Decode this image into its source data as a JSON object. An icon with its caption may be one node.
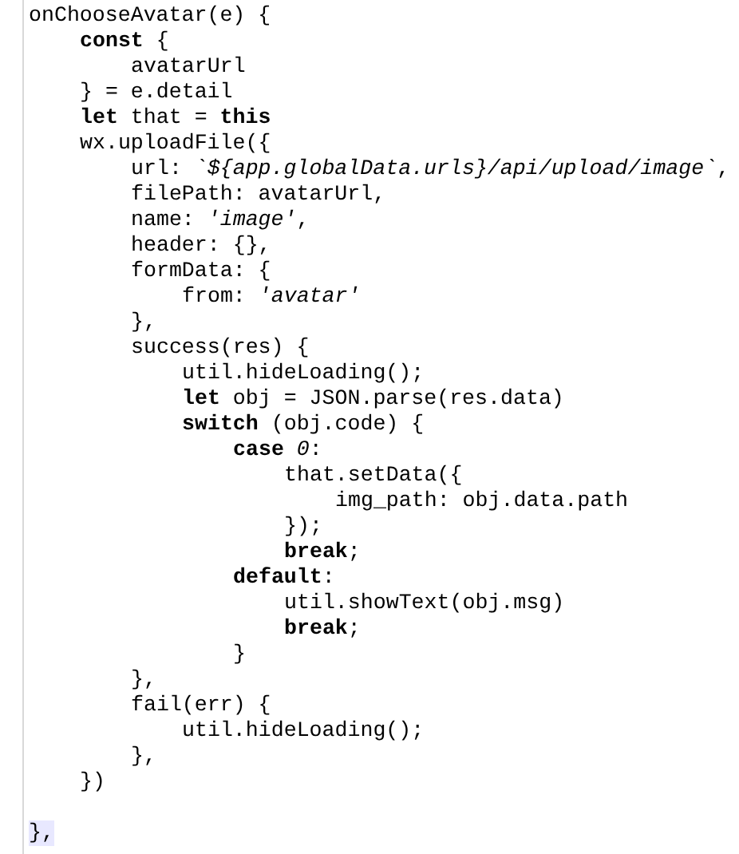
{
  "diagram": {
    "labels": [
      "onChooseAvatar(e) {",
      "**const** {",
      "avatarUrl",
      "} = e.detail",
      "**let** that = **this**",
      "wx.uploadFile({",
      "url: *`${app.globalData.urls}/api/upload/image`*,",
      "filePath: avatarUrl,",
      "name: *'image'*,",
      "header: {},",
      "formData: {",
      "from: *'avatar'*",
      "},",
      "success(res) {",
      "util.hideLoading();",
      "**let** obj = JSON.parse(res.data)",
      "**switch** (obj.code) {",
      "**case** *0*:",
      "that.setData({",
      "img_path: obj.data.path",
      "});",
      "**break**;",
      "**default**:",
      "util.showText(obj.msg)",
      "**break**;",
      "}",
      "},",
      "fail(err) {",
      "util.hideLoading();",
      "},",
      "})",
      "},"
    ]
  }
}
